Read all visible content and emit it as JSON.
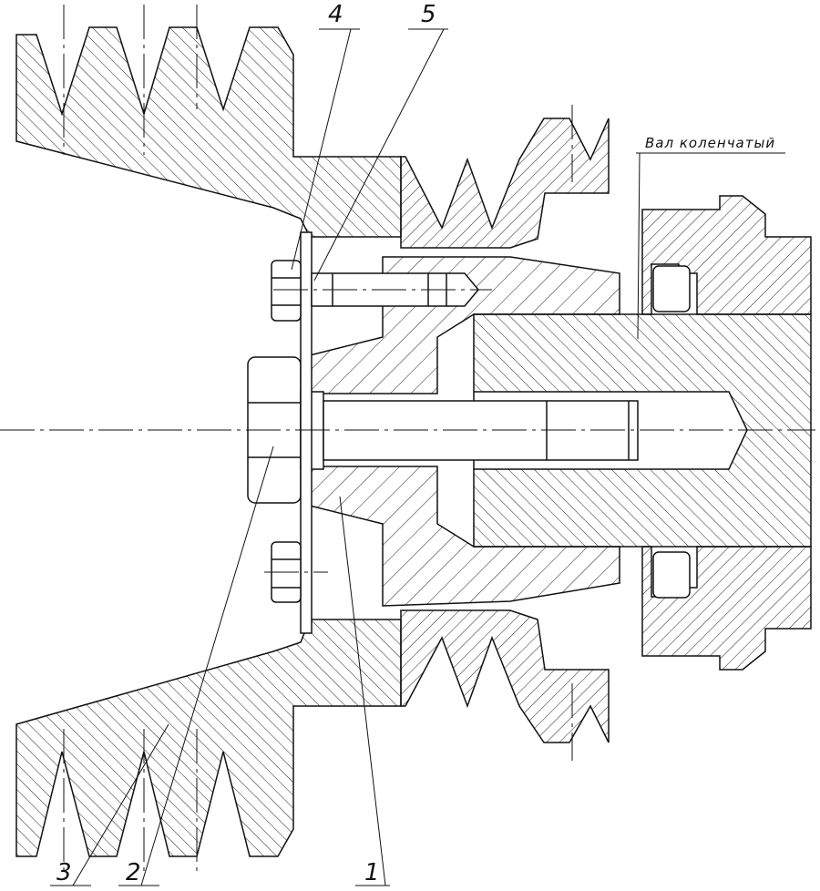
{
  "drawing": {
    "callouts": {
      "c1": "1",
      "c2": "2",
      "c3": "3",
      "c4": "4",
      "c5": "5"
    },
    "shaft_label": "Вал коленчатый"
  },
  "colors": {
    "line": "#111111",
    "background": "#ffffff",
    "hatch": "#222222"
  }
}
